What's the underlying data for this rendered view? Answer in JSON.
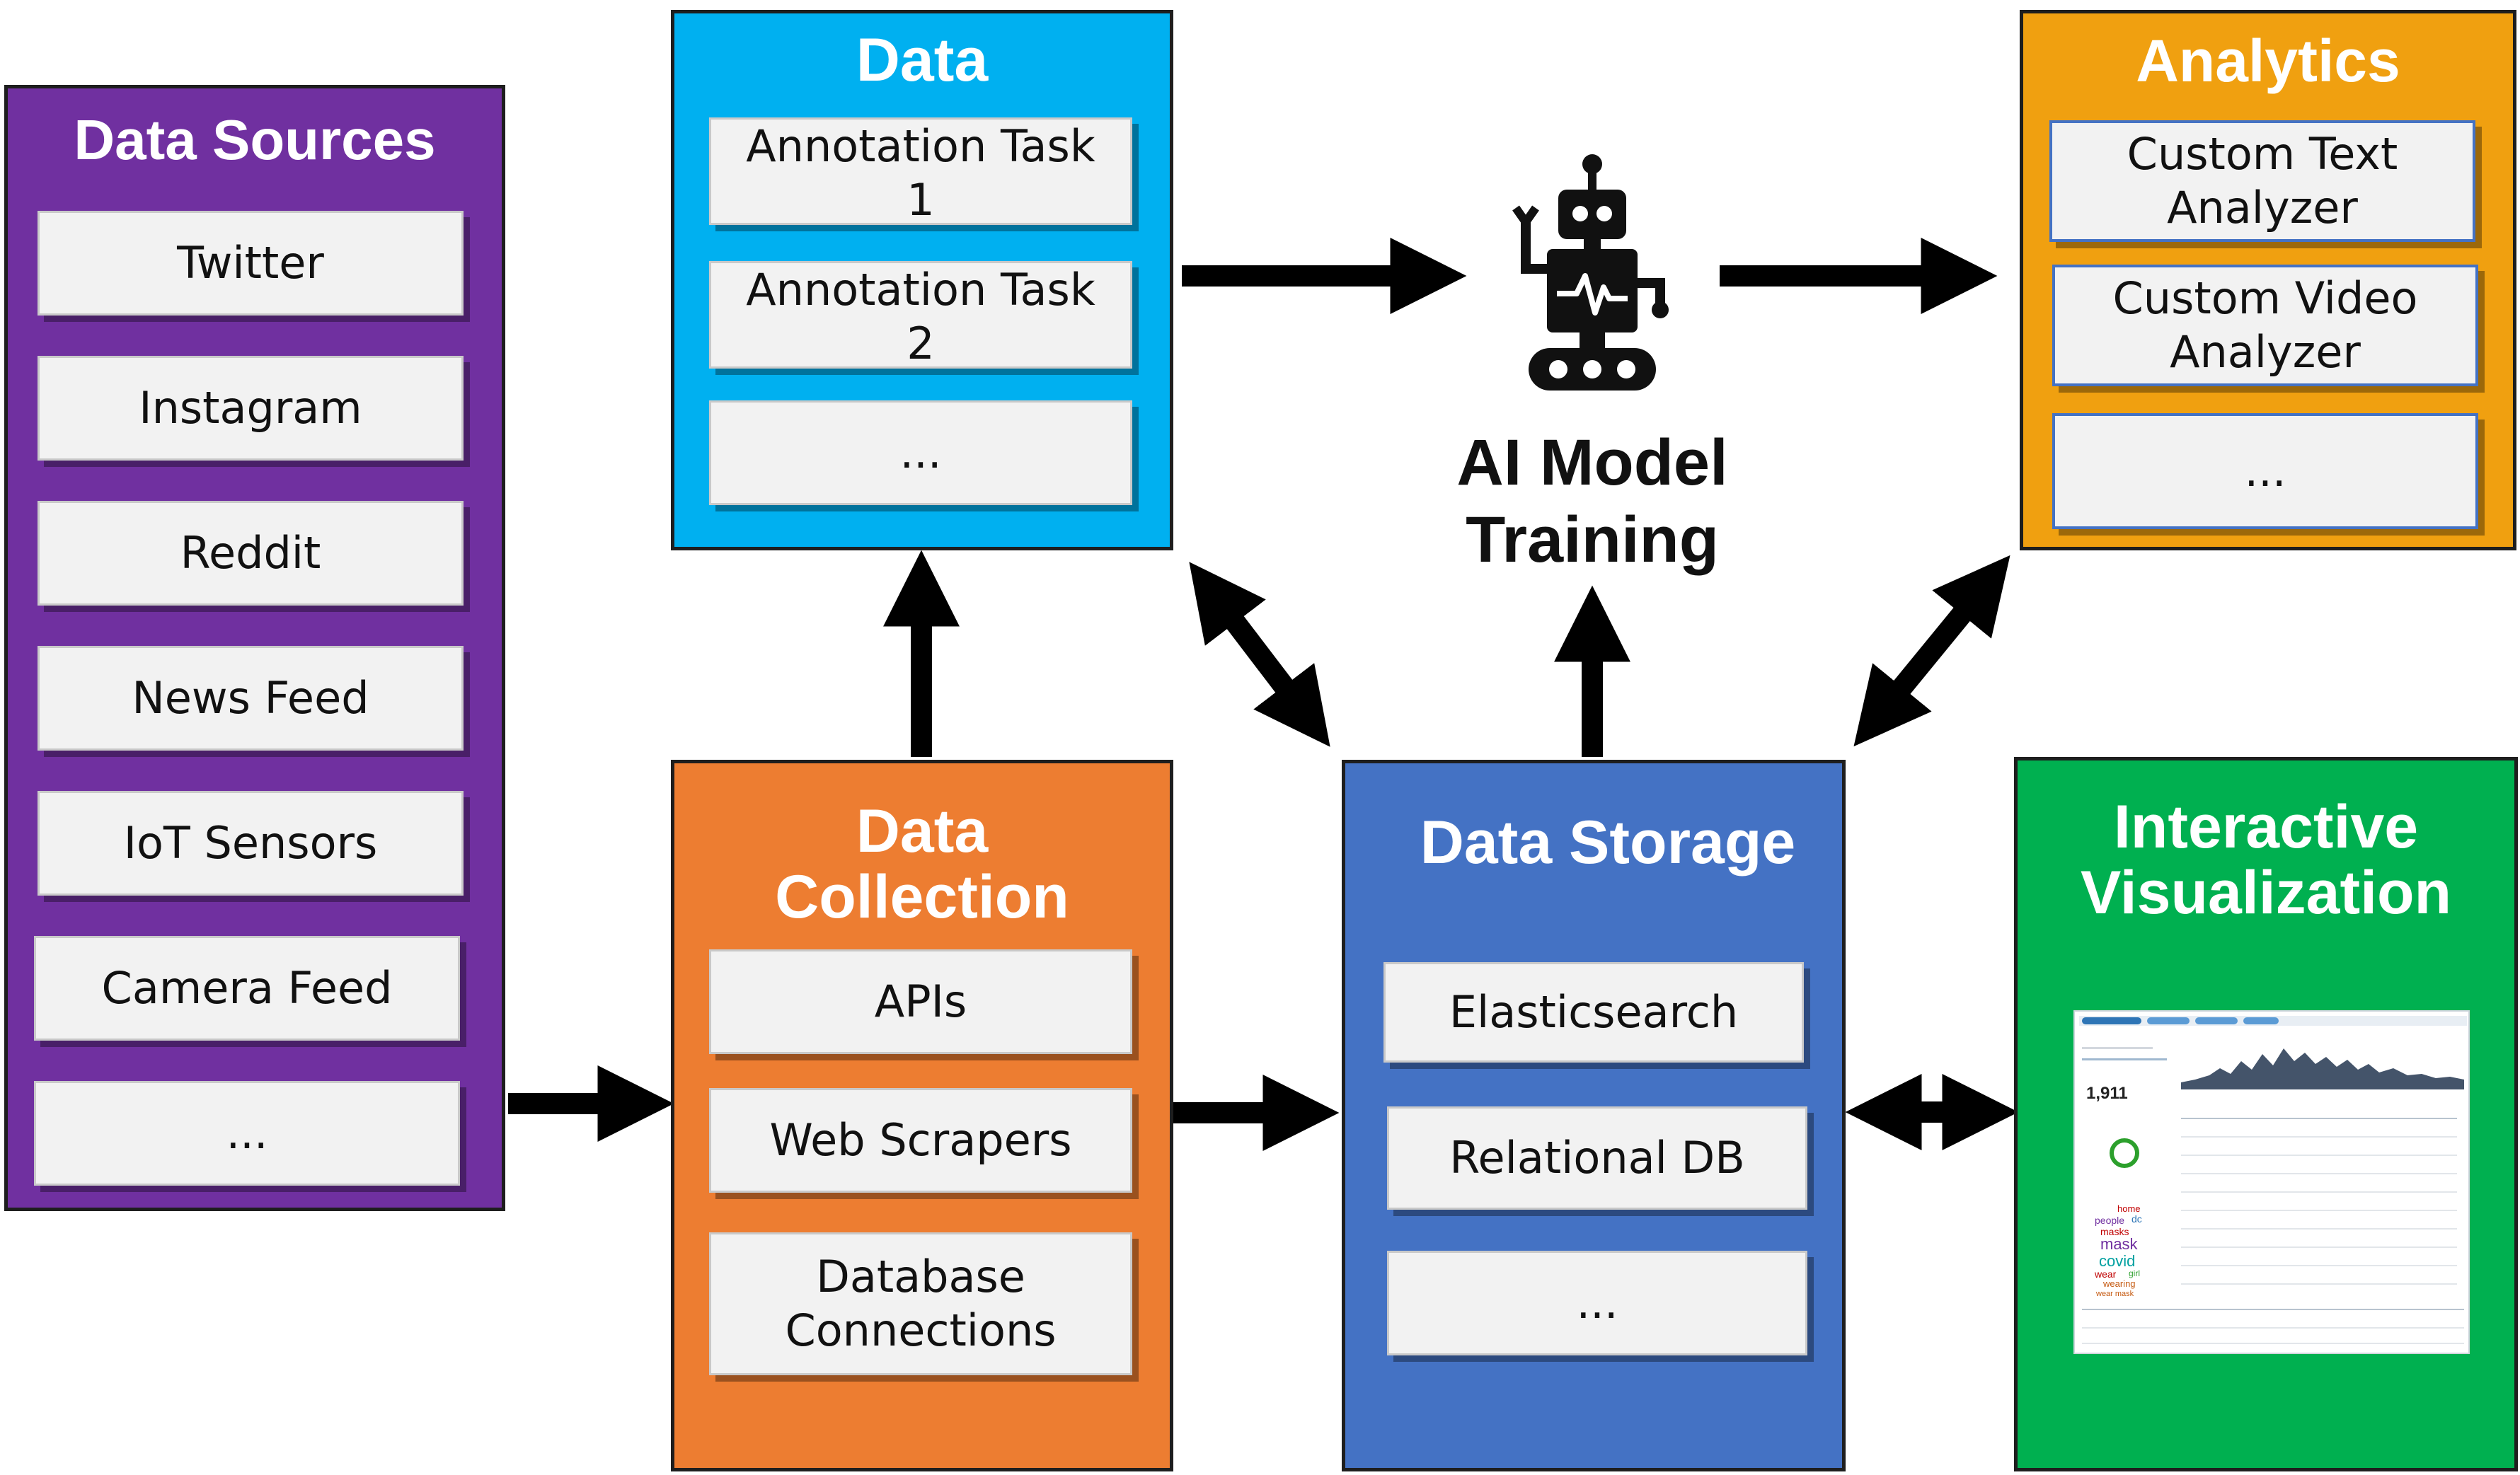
{
  "colors": {
    "sources": "#7030a0",
    "annotation": "#00b0f0",
    "analytics": "#f0a010",
    "collection": "#ed7d31",
    "storage": "#4472c4",
    "visualization": "#00b050",
    "arrow": "#000000"
  },
  "data_sources": {
    "title": "Data Sources",
    "items": [
      "Twitter",
      "Instagram",
      "Reddit",
      "News Feed",
      "IoT Sensors",
      "Camera Feed",
      "..."
    ]
  },
  "annotation": {
    "title": "Data",
    "items": [
      "Annotation Task\n1",
      "Annotation Task\n2",
      "..."
    ]
  },
  "ai_model": {
    "label": "AI Model\nTraining",
    "icon": "robot-icon"
  },
  "analytics": {
    "title": "Analytics",
    "items": [
      "Custom Text\nAnalyzer",
      "Custom Video\nAnalyzer",
      "..."
    ]
  },
  "collection": {
    "title": "Data\nCollection",
    "items": [
      "APIs",
      "Web Scrapers",
      "Database\nConnections"
    ]
  },
  "storage": {
    "title": "Data Storage",
    "items": [
      "Elasticsearch",
      "Relational DB",
      "..."
    ]
  },
  "visualization": {
    "title": "Interactive\nVisualization",
    "dashboard": {
      "count": "1,911",
      "word_cloud": [
        "home",
        "people",
        "dc",
        "masks",
        "mask",
        "covid",
        "wear",
        "girl",
        "wearing",
        "wear mask"
      ]
    }
  }
}
